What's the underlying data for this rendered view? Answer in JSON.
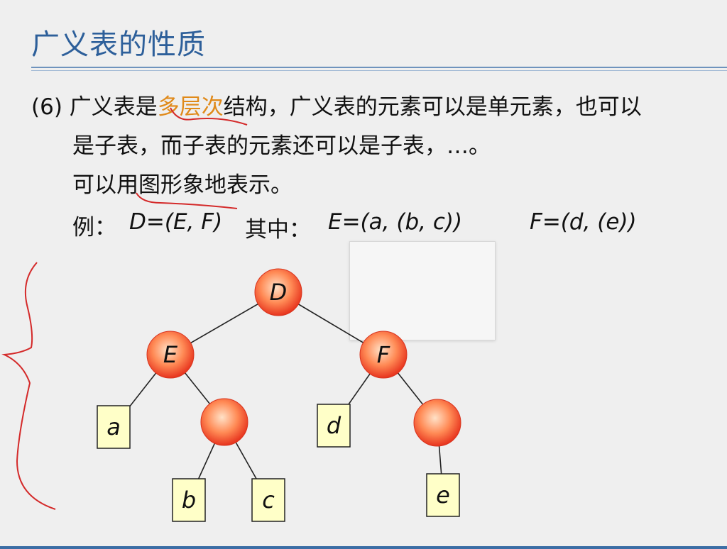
{
  "slide": {
    "title": "广义表的性质",
    "line1_prefix": "(6) 广义表是",
    "line1_highlight": "多层次",
    "line1_suffix": "结构，广义表的元素可以是单元素，也可以",
    "line2": "是子表，而子表的元素还可以是子表，…。",
    "line3": "可以用图形象地表示。",
    "example_label": "例：",
    "example_d": "D=(E, F)",
    "example_mid": "其中：",
    "example_e": "E=(a, (b, c))",
    "example_f": "F=(d, (e))"
  },
  "colors": {
    "title": "#2d5f9a",
    "highlight": "#e08a1a",
    "annotation": "#d42a2a",
    "leaf_fill": "#ffffc8"
  },
  "tree": {
    "nodes": [
      {
        "id": "D",
        "kind": "list",
        "label": "D"
      },
      {
        "id": "E",
        "kind": "list",
        "label": "E"
      },
      {
        "id": "F",
        "kind": "list",
        "label": "F"
      },
      {
        "id": "a",
        "kind": "atom",
        "label": "a"
      },
      {
        "id": "S1",
        "kind": "list",
        "label": ""
      },
      {
        "id": "d",
        "kind": "atom",
        "label": "d"
      },
      {
        "id": "S2",
        "kind": "list",
        "label": ""
      },
      {
        "id": "b",
        "kind": "atom",
        "label": "b"
      },
      {
        "id": "c",
        "kind": "atom",
        "label": "c"
      },
      {
        "id": "e",
        "kind": "atom",
        "label": "e"
      }
    ],
    "edges": [
      [
        "D",
        "E"
      ],
      [
        "D",
        "F"
      ],
      [
        "E",
        "a"
      ],
      [
        "E",
        "S1"
      ],
      [
        "F",
        "d"
      ],
      [
        "F",
        "S2"
      ],
      [
        "S1",
        "b"
      ],
      [
        "S1",
        "c"
      ],
      [
        "S2",
        "e"
      ]
    ]
  }
}
